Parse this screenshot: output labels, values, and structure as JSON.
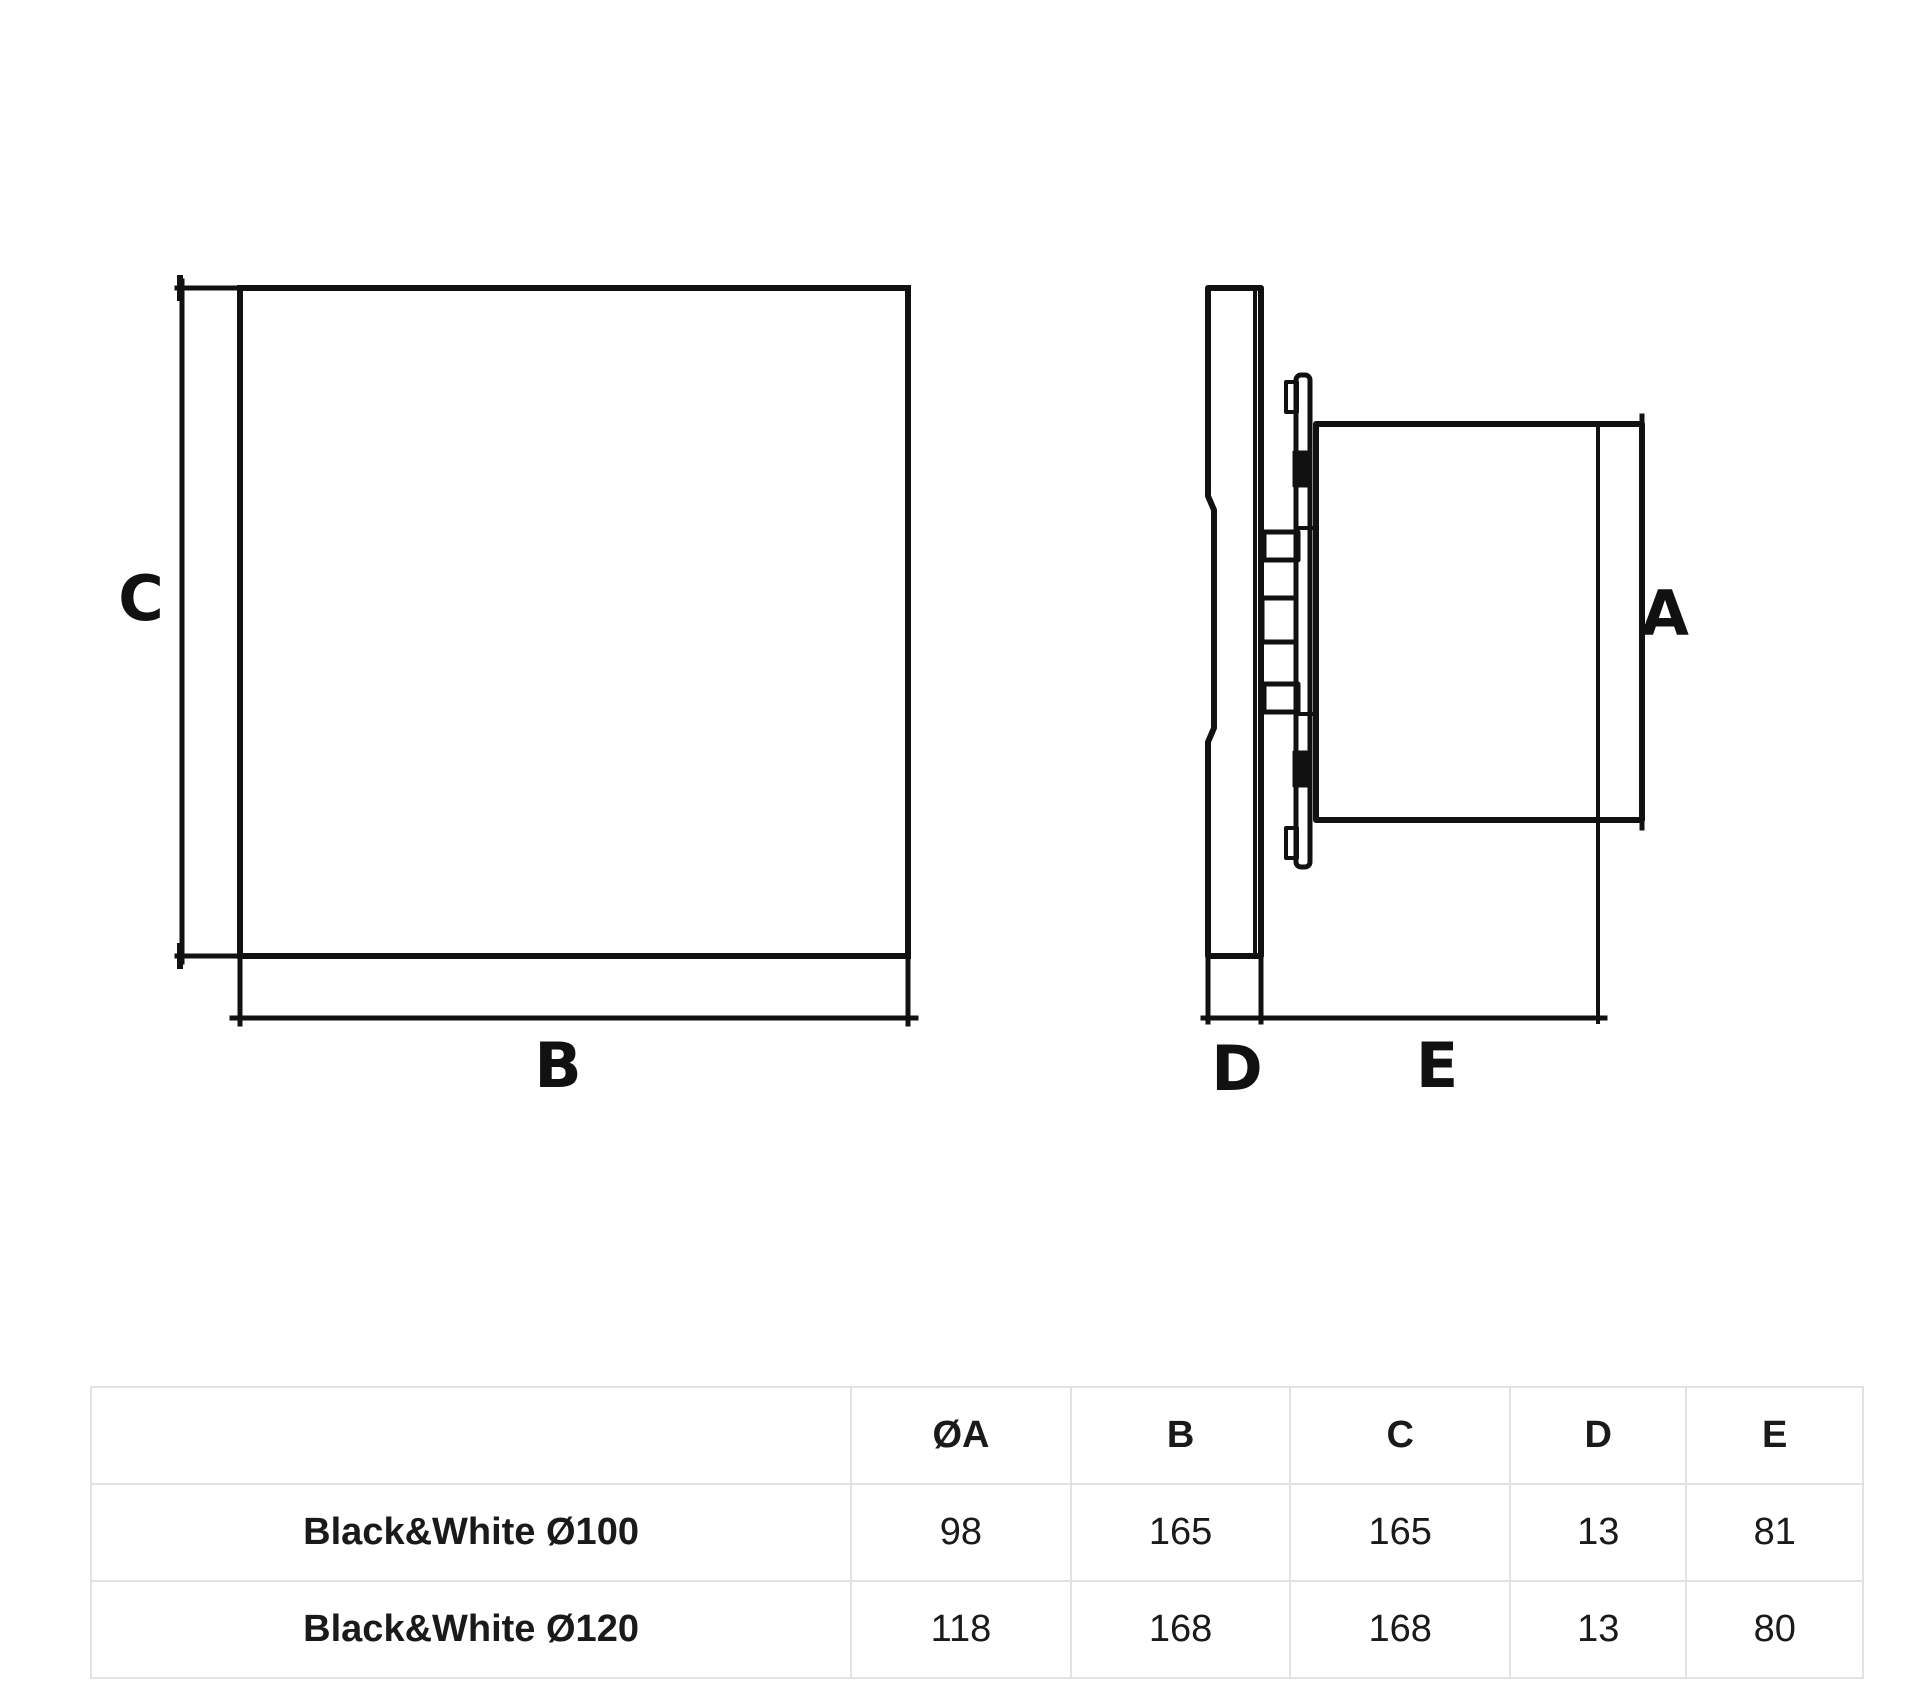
{
  "drawing": {
    "front_view_labels": {
      "height": "C",
      "width": "B"
    },
    "side_view_labels": {
      "diameter": "A",
      "panel_depth": "D",
      "spigot_length": "E"
    }
  },
  "table": {
    "headers": [
      "",
      "ØA",
      "B",
      "C",
      "D",
      "E"
    ],
    "rows": [
      {
        "model": "Black&White Ø100",
        "a": "98",
        "b": "165",
        "c": "165",
        "d": "13",
        "e": "81"
      },
      {
        "model": "Black&White Ø120",
        "a": "118",
        "b": "168",
        "c": "168",
        "d": "13",
        "e": "80"
      }
    ]
  }
}
